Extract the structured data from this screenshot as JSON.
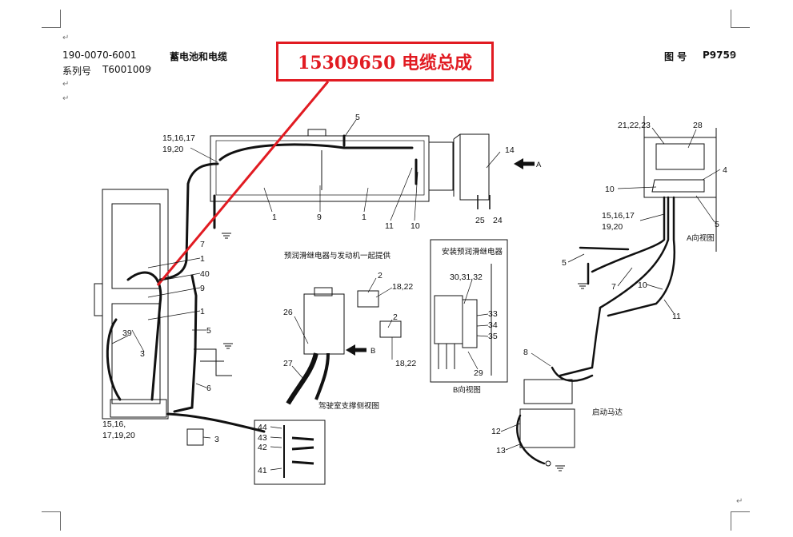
{
  "header": {
    "doc_number": "190-0070-6001",
    "section_title": "蓄电池和电缆",
    "series_label": "系列号",
    "series_value": "T6001009",
    "figure_label": "图 号",
    "figure_value": "P9759",
    "para_mark": "↵"
  },
  "callout": {
    "text": "15309650  电缆总成",
    "color": "#e11b22"
  },
  "labels": {
    "l_15_16_17": "15,16,17",
    "l_19_20": "19,20",
    "l_5_top": "5",
    "l_14": "14",
    "l_a": "A",
    "l_1_left": "1",
    "l_9_top": "9",
    "l_1_right": "1",
    "l_11_top": "11",
    "l_10_top": "10",
    "l_25": "25",
    "l_24": "24",
    "l_7_left": "7",
    "l_1_mid": "1",
    "l_40": "40",
    "l_9_mid": "9",
    "l_1_low": "1",
    "l_39": "39",
    "l_3_mid": "3",
    "l_5_mid": "5",
    "l_6": "6",
    "l_bl_1": "15,16,",
    "l_bl_2": "17,19,20",
    "l_3_bot": "3",
    "l_2_a": "2",
    "l_18_22_a": "18,22",
    "l_26": "26",
    "l_2_b": "2",
    "l_b": "B",
    "l_18_22_b": "18,22",
    "l_27": "27",
    "l_30_31_32": "30,31,32",
    "l_33": "33",
    "l_34": "34",
    "l_35": "35",
    "l_29": "29",
    "l_44": "44",
    "l_43": "43",
    "l_42": "42",
    "l_41": "41",
    "l_21_22_23": "21,22,23",
    "l_28": "28",
    "l_4": "4",
    "l_10_r": "10",
    "l_rs_1": "15,16,17",
    "l_rs_2": "19,20",
    "l_5_r": "5",
    "l_5_r2": "5",
    "l_7_r": "7",
    "l_10_r2": "10",
    "l_11_r": "11",
    "l_8": "8",
    "l_12": "12",
    "l_13": "13"
  },
  "captions": {
    "pre_lube_top": "预润滑继电器与发动机一起提供",
    "install_relay": "安装预润滑继电器",
    "b_view": "B向视图",
    "cab_view": "驾驶室支撑侧视图",
    "a_view": "A向视图",
    "start_motor": "启动马达"
  },
  "colors": {
    "callout": "#e11b22",
    "line": "#111111"
  }
}
